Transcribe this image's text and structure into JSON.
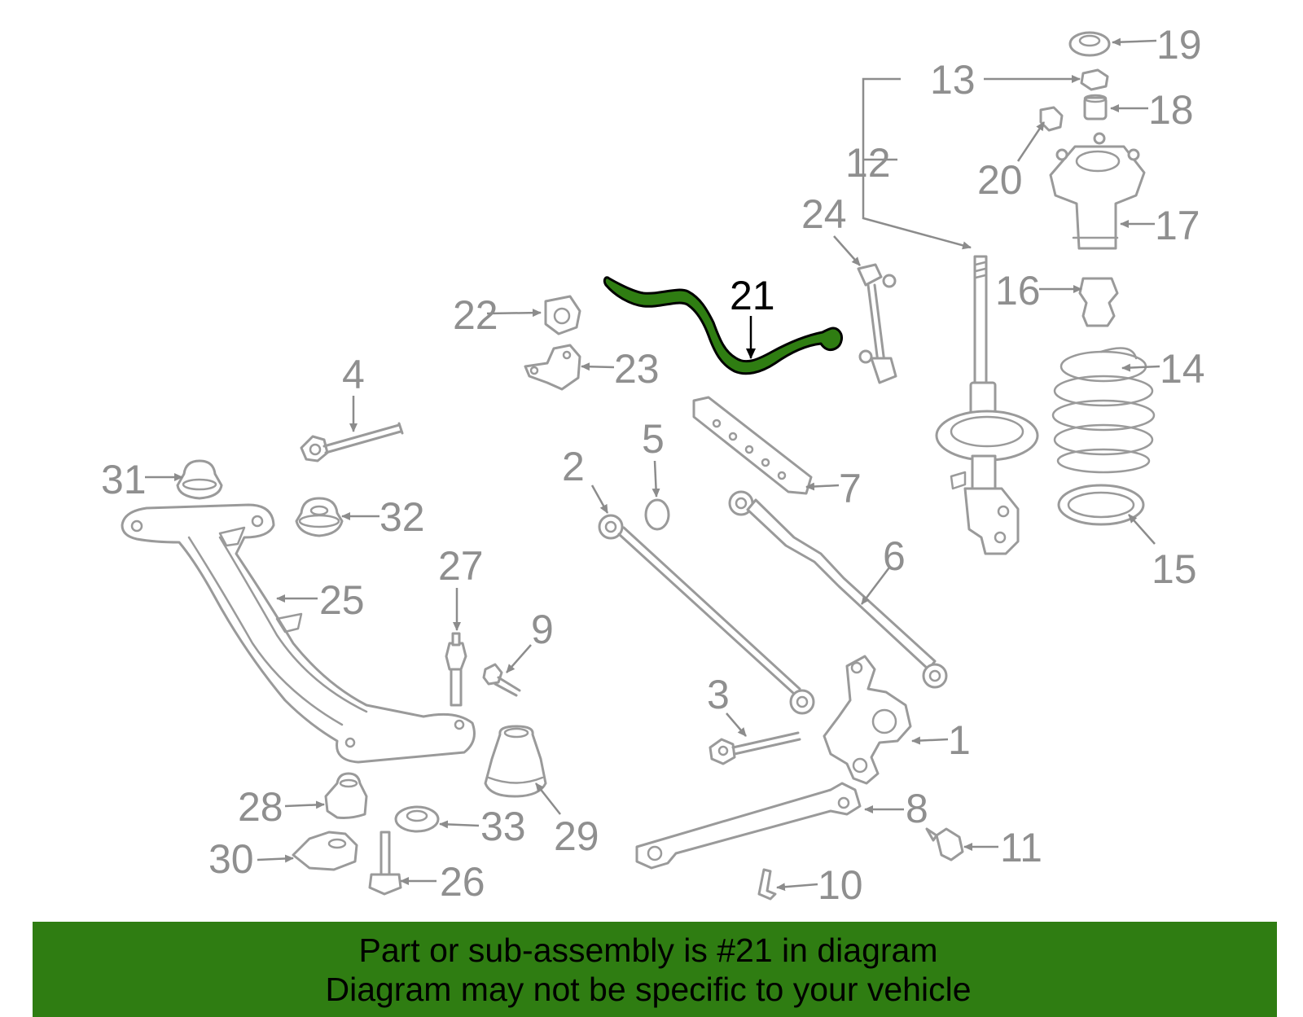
{
  "highlighted_part": "21",
  "callouts": [
    "1",
    "2",
    "3",
    "4",
    "5",
    "6",
    "7",
    "8",
    "9",
    "10",
    "11",
    "12",
    "13",
    "14",
    "15",
    "16",
    "17",
    "18",
    "19",
    "20",
    "21",
    "22",
    "23",
    "24",
    "25",
    "26",
    "27",
    "28",
    "29",
    "30",
    "31",
    "32",
    "33"
  ],
  "banner": {
    "line1": "Part or sub-assembly is #21 in diagram",
    "line2": "Diagram may not be specific to your vehicle"
  },
  "colors": {
    "highlight": "#2f7d12",
    "line_art": "#9a9a9a",
    "banner_bg": "#2f7d12"
  }
}
